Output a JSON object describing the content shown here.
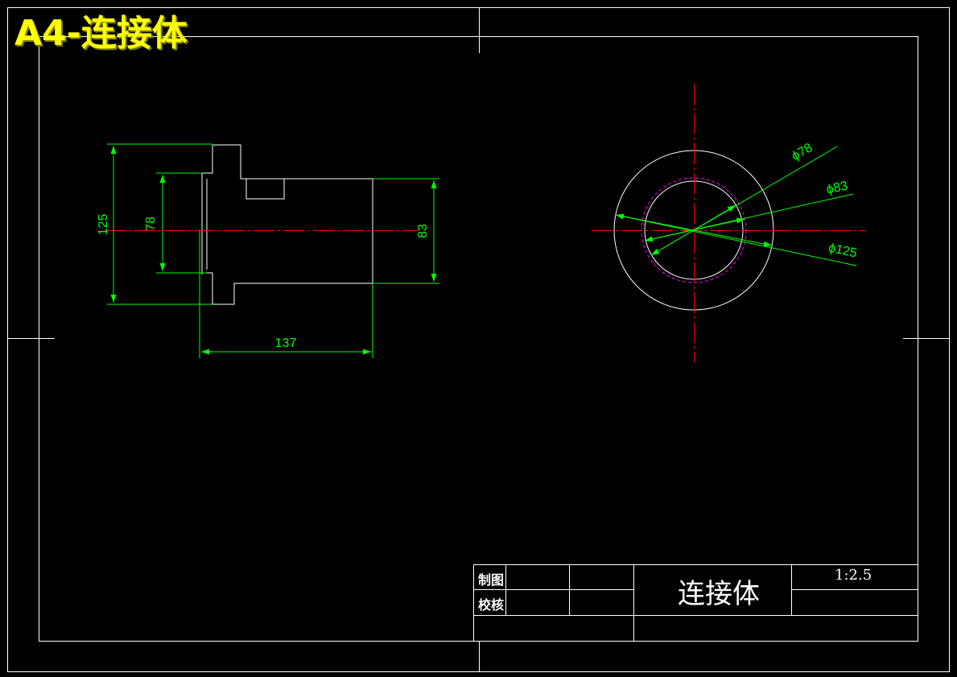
{
  "title": "A4-连接体",
  "colors": {
    "background": "#000000",
    "outline": "#ffffff",
    "dimension": "#00ff00",
    "centerline": "#ff0000",
    "hidden_circle": "#ff00ff",
    "title_text": "#ffff00"
  },
  "front_view": {
    "dimensions": {
      "overall_diameter": "125",
      "bore_diameter": "78",
      "shaft_diameter": "83",
      "length": "137"
    }
  },
  "side_view": {
    "dimensions": {
      "inner": "ϕ78",
      "middle": "ϕ83",
      "outer": "ϕ125"
    }
  },
  "title_block": {
    "drawn_by_label": "制图",
    "checked_by_label": "校核",
    "part_name": "连接体",
    "scale": "1:2.5"
  }
}
